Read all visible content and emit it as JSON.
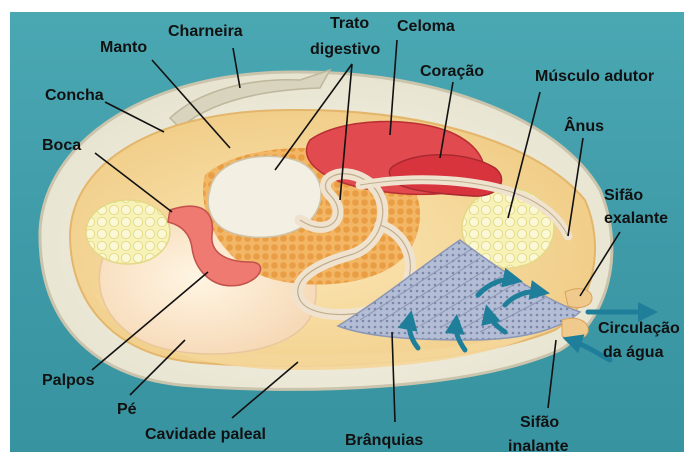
{
  "labels": {
    "charneira": "Charneira",
    "trato": "Trato",
    "digestivo": "digestivo",
    "celoma": "Celoma",
    "manto": "Manto",
    "coracao": "Coração",
    "musculo": "Músculo adutor",
    "concha": "Concha",
    "anus": "Ânus",
    "boca": "Boca",
    "sifao_ex_1": "Sifão",
    "sifao_ex_2": "exalante",
    "circ_1": "Circulação",
    "circ_2": "da água",
    "palpos": "Palpos",
    "pe": "Pé",
    "cavidade": "Cavidade paleal",
    "branquias": "Brânquias",
    "sifao_in_1": "Sifão",
    "sifao_in_2": "inalante"
  },
  "colors": {
    "background": "#3f9fac",
    "shell": "#f3f0df",
    "mantle": "#f6dea0",
    "heart": "#d9343c",
    "gut": "#e9dcc6",
    "muscle": "#f5f0b0",
    "gills": "#a8b4cf",
    "palps": "#ef7a72",
    "arrows": "#1f7f9a"
  }
}
